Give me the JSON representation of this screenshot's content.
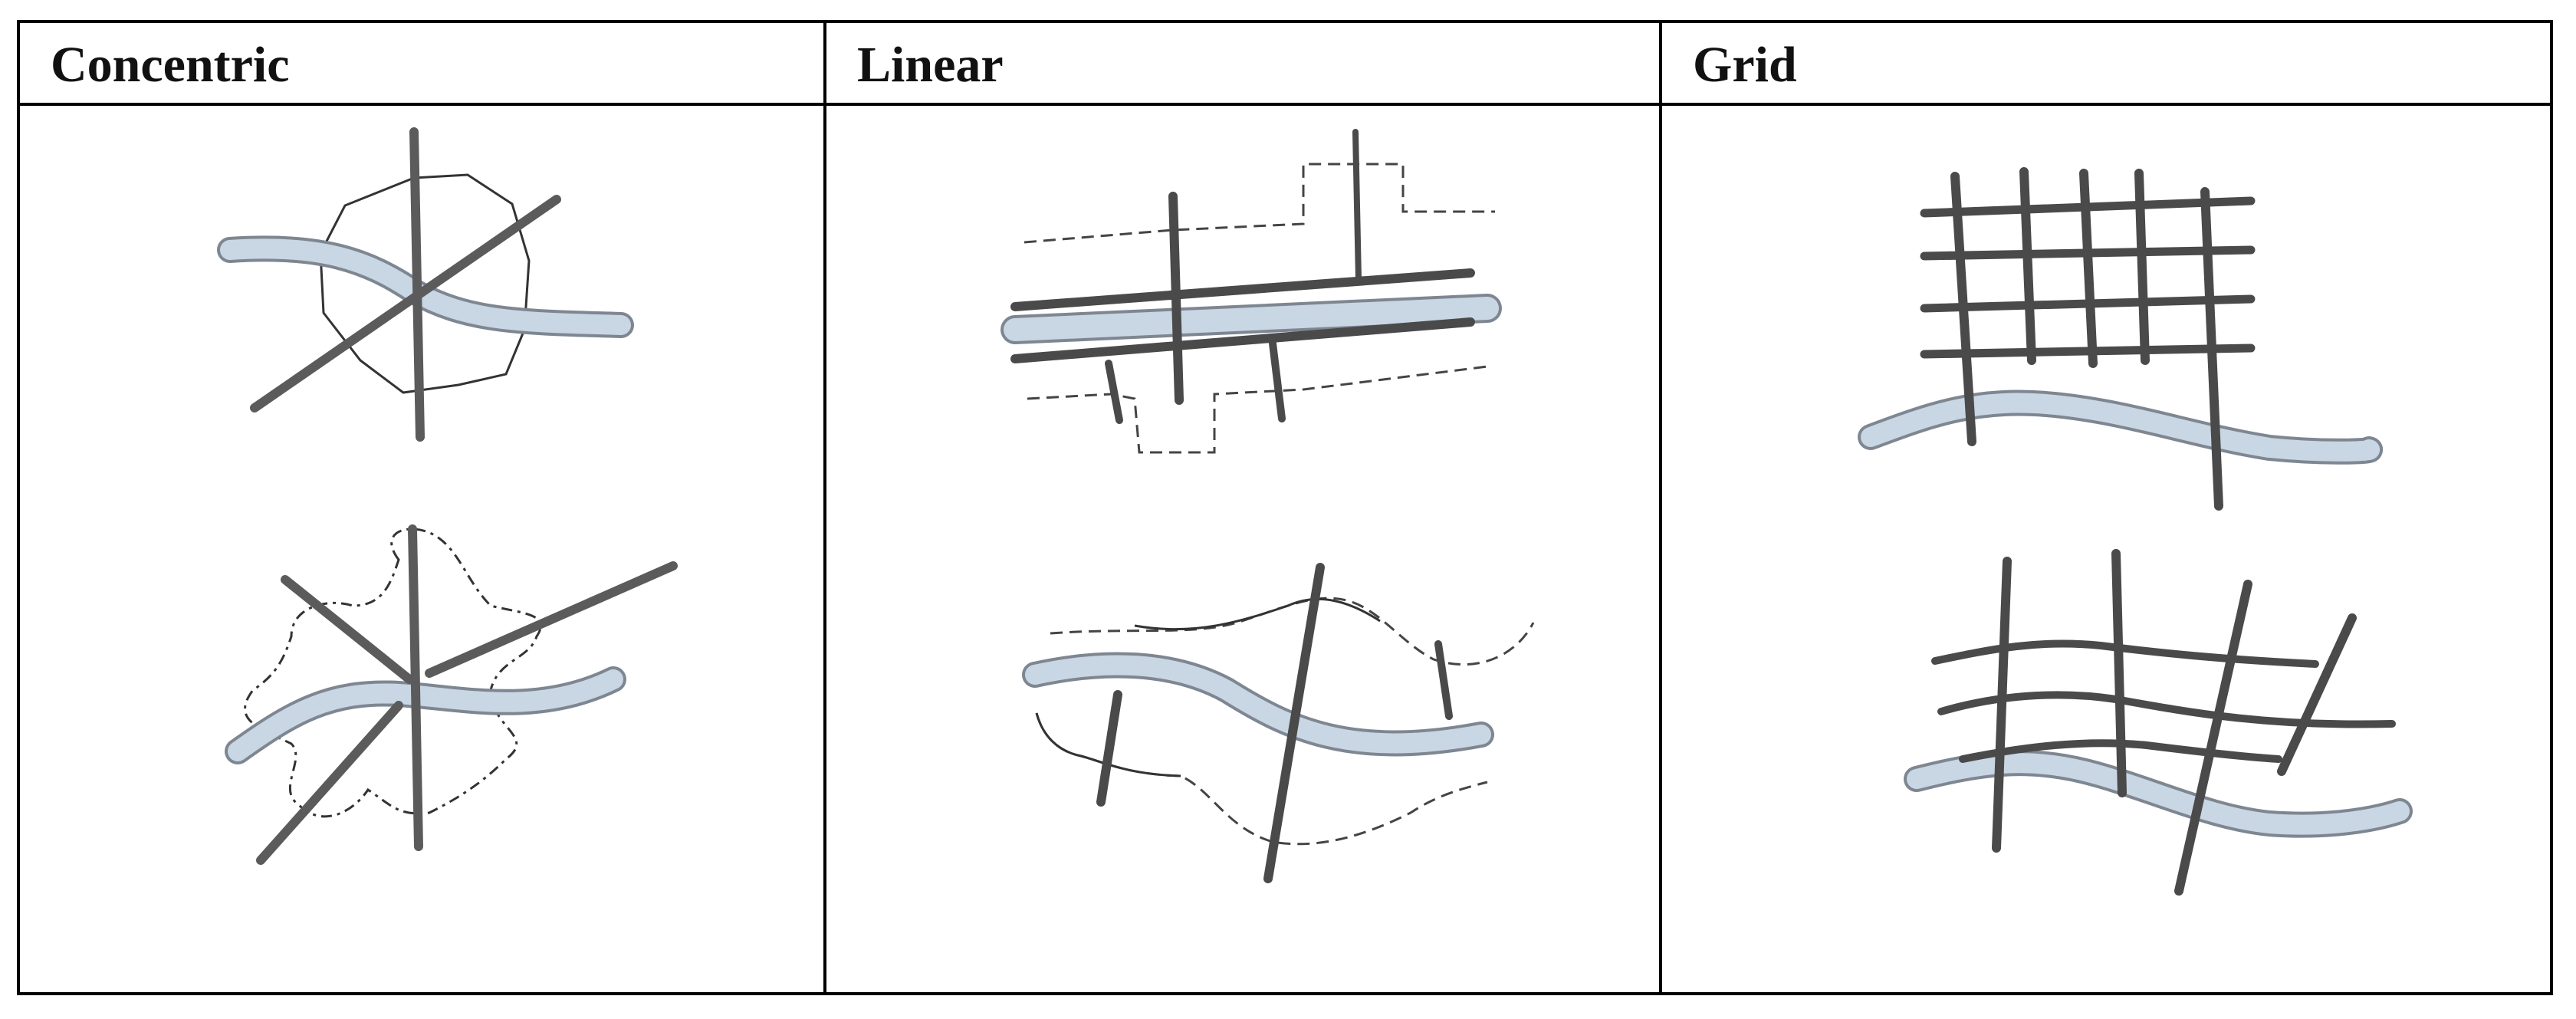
{
  "table": {
    "columns": [
      {
        "header": "Concentric",
        "sketches": [
          "concentric-compact-sketch",
          "concentric-sprawl-sketch"
        ]
      },
      {
        "header": "Linear",
        "sketches": [
          "linear-straight-sketch",
          "linear-winding-sketch"
        ]
      },
      {
        "header": "Grid",
        "sketches": [
          "grid-regular-sketch",
          "grid-irregular-sketch"
        ]
      }
    ]
  },
  "colors": {
    "river_fill": "#c9d6e4",
    "river_edge": "#7e8791",
    "road": "#5b5b5b",
    "boundary": "#2b2b2b",
    "table_border": "#000000"
  }
}
